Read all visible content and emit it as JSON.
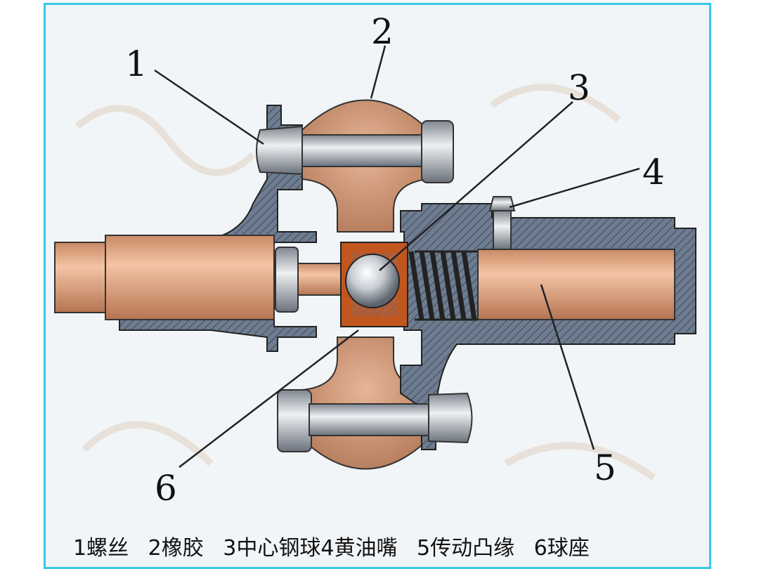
{
  "labels": {
    "l1": "1",
    "l2": "2",
    "l3": "3",
    "l4": "4",
    "l5": "5",
    "l6": "6"
  },
  "caption": [
    "1螺丝",
    "2橡胶",
    "3中心钢球4黄油嘴",
    "5传动凸缘",
    "6球座"
  ]
}
